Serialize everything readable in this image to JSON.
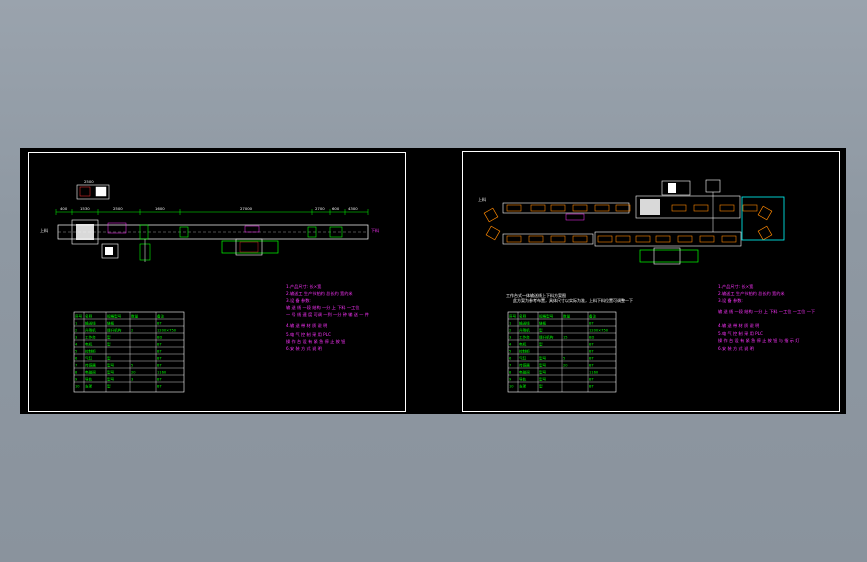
{
  "left_sheet": {
    "dimensions": [
      "400",
      "1530",
      "2500",
      "1600",
      "27000",
      "2700",
      "600",
      "4300"
    ],
    "top_dim": "2500",
    "label_left": "上料",
    "label_right": "下料",
    "notes": [
      "1.产品尺寸: 长×宽",
      "2.输送工 生产节拍约 总长约 宽约米",
      "3.设 备 参数:",
      "   输 送 线 一段 结构 一分 上 下料 一工位",
      "   一 号 线 速 度 可调 一到 一分 钟 输 送 一 件",
      "4.输 送 带 材 质 说 明",
      "5.电 气 控 制 采 用 PLC",
      "   操 作 台 设 有 紧 急 停 止 按 钮",
      "6.安 装 方 式 说 明"
    ],
    "table": {
      "headers": [
        "序号",
        "名称",
        "规格型号",
        "数量",
        "备注"
      ],
      "rows": [
        [
          "1",
          "输送线",
          "链板",
          "",
          "BT"
        ],
        [
          "2",
          "升降机",
          "提升机构",
          "2",
          "1200×750"
        ],
        [
          "3",
          "工作台",
          "型",
          "",
          "BD"
        ],
        [
          "4",
          "电机",
          "型",
          "",
          "BT"
        ],
        [
          "5",
          "控制柜",
          "",
          "",
          "BT"
        ],
        [
          "6",
          "气缸",
          "型",
          "",
          "BT"
        ],
        [
          "7",
          "传感器",
          "型号",
          "5",
          "BT"
        ],
        [
          "8",
          "电磁阀",
          "型号",
          "20",
          "1160"
        ],
        [
          "9",
          "导轨",
          "型号",
          "3",
          "BT"
        ],
        [
          "10",
          "支架",
          "型",
          "",
          "BT"
        ]
      ]
    }
  },
  "right_sheet": {
    "label_left": "上料",
    "title_lines": [
      "工作台式一体输送线上下料方案图",
      "此方案为参考布置，具体尺寸以实际为准，上料下料位置可调整一下"
    ],
    "notes": [
      "1.产品尺寸: 长×宽",
      "2.输送工 生产节拍约 总长约 宽约米",
      "3.设 备 参数:",
      "   输 送 线 一段 结构 一分 上 下料 一工位 一工位 一下",
      "4.输 送 带 材 质 说 明",
      "5.电 气 控 制 采 用 PLC",
      "   操 作 台 设 有 紧 急 停 止 按 钮 与 指 示 灯",
      "6.安 装 方 式 说 明"
    ],
    "table": {
      "headers": [
        "序号",
        "名称",
        "规格型号",
        "数量",
        "备注"
      ],
      "rows": [
        [
          "1",
          "输送线",
          "链板",
          "",
          "BT"
        ],
        [
          "2",
          "升降机",
          "型",
          "",
          "1200×750"
        ],
        [
          "3",
          "工作台",
          "提升机构",
          "15",
          "BD"
        ],
        [
          "4",
          "电机",
          "型",
          "",
          "BT"
        ],
        [
          "5",
          "控制柜",
          "",
          "",
          "BT"
        ],
        [
          "6",
          "气缸",
          "型号",
          "5",
          "BT"
        ],
        [
          "7",
          "传感器",
          "型号",
          "20",
          "BT"
        ],
        [
          "8",
          "电磁阀",
          "型号",
          "",
          "1160"
        ],
        [
          "9",
          "导轨",
          "型号",
          "",
          "BT"
        ],
        [
          "10",
          "支架",
          "型",
          "",
          "BT"
        ]
      ]
    }
  },
  "colors": {
    "background": "#8e98a2",
    "modelspace": "#000000",
    "line_green": "#00ff00",
    "line_white": "#ffffff",
    "note_magenta": "#ff33ff",
    "accent_cyan": "#00ffff",
    "accent_orange": "#ff8800",
    "accent_red": "#ff3333",
    "accent_blue": "#4466ff"
  }
}
